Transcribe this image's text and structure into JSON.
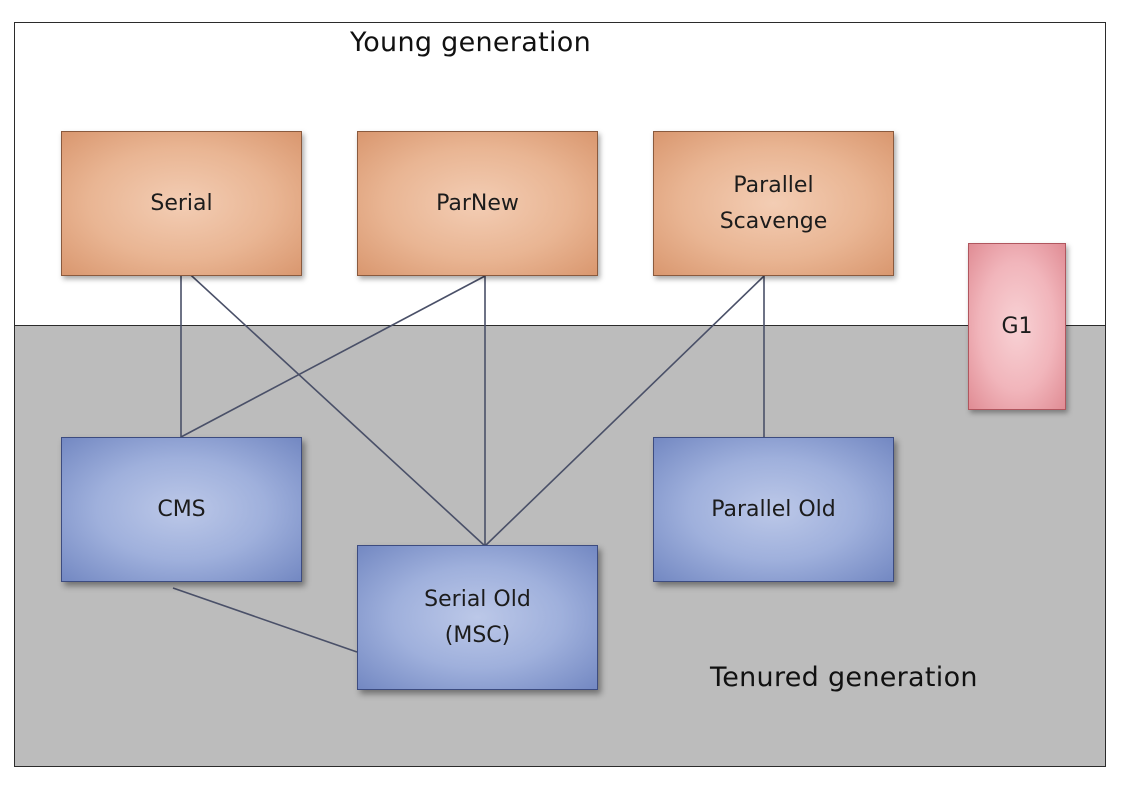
{
  "regions": {
    "young": "Young generation",
    "tenured": "Tenured generation"
  },
  "collectors": {
    "serial": "Serial",
    "parnew": "ParNew",
    "parallel_scavenge": "Parallel\nScavenge",
    "g1": "G1",
    "cms": "CMS",
    "serial_old": "Serial Old\n(MSC)",
    "parallel_old": "Parallel Old"
  },
  "connections": [
    [
      "serial",
      "cms"
    ],
    [
      "serial",
      "serial_old"
    ],
    [
      "parnew",
      "cms"
    ],
    [
      "parnew",
      "serial_old"
    ],
    [
      "parallel_scavenge",
      "serial_old"
    ],
    [
      "parallel_scavenge",
      "parallel_old"
    ],
    [
      "cms",
      "serial_old"
    ]
  ],
  "colors": {
    "young_fill": "#e9b593",
    "tenured_fill": "#9fb0dc",
    "g1_fill": "#f1b5bb",
    "tenured_region": "#bcbcbc",
    "connector": "#4a5068"
  }
}
